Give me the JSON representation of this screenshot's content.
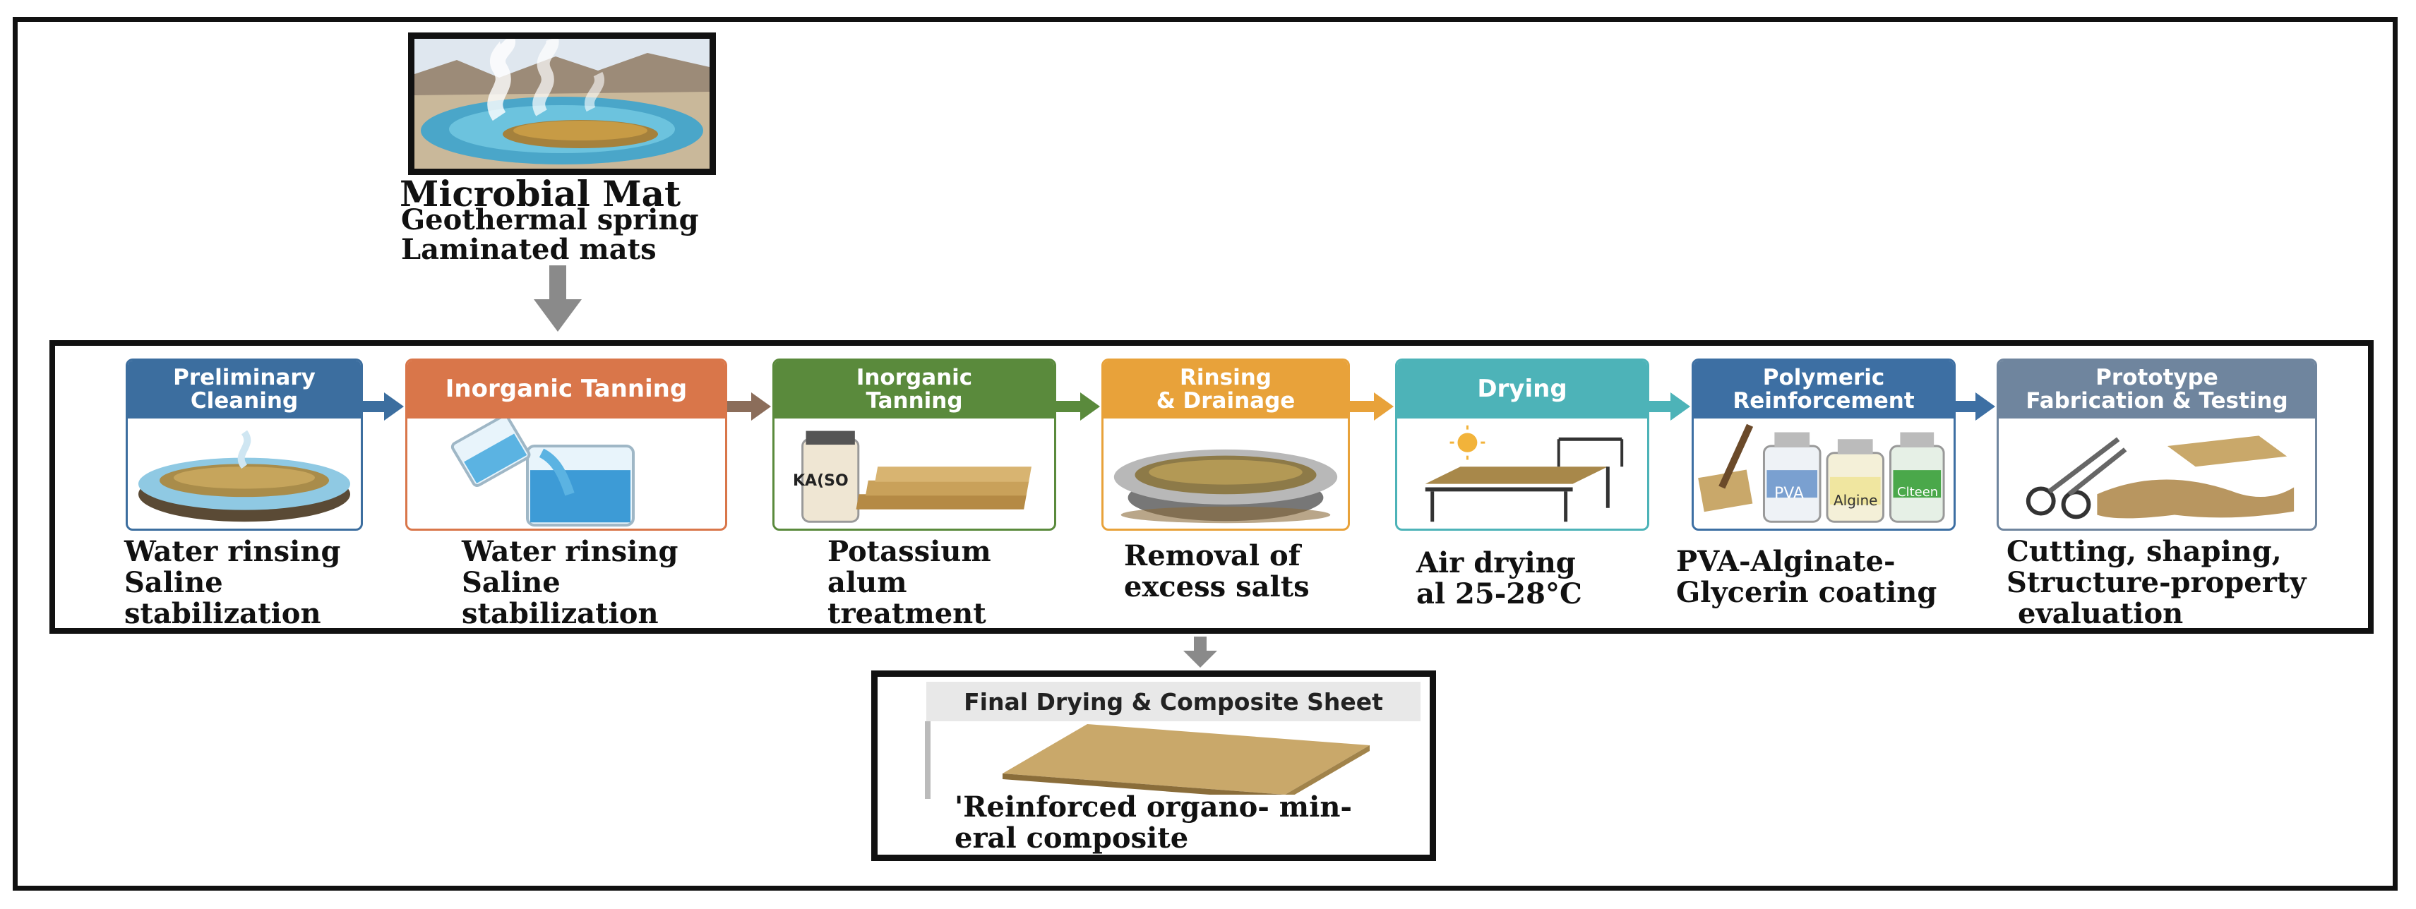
{
  "source": {
    "title": "Microbial Mat",
    "lines": [
      "Geothermal spring",
      "Laminated mats"
    ]
  },
  "steps": [
    {
      "title": [
        "Preliminary",
        "Cleaning"
      ],
      "color": "#3c6e9f",
      "desc": [
        "Water rinsing",
        "Saline",
        "stabilization"
      ]
    },
    {
      "title": [
        "Inorganic Tanning"
      ],
      "color": "#d9764a",
      "desc": [
        "Water rinsing",
        "Saline",
        "stabilization"
      ]
    },
    {
      "title": [
        "Inorganic",
        "Tanning"
      ],
      "color": "#5a8a3c",
      "desc": [
        "Potassium",
        "alum",
        "treatment"
      ],
      "jar_label": "KA(SO"
    },
    {
      "title": [
        "Rinsing",
        "& Drainage"
      ],
      "color": "#e8a23a",
      "desc": [
        "Removal of",
        "excess salts"
      ]
    },
    {
      "title": [
        "Drying"
      ],
      "color": "#4db3b8",
      "desc": [
        "Air drying",
        "al 25-28°C"
      ]
    },
    {
      "title": [
        "Polymeric",
        "Reinforcement"
      ],
      "color": "#3d6fa3",
      "desc": [
        "PVA-Alginate-",
        "Glycerin coating"
      ],
      "bottle_labels": [
        "PVA",
        "Algine",
        "Clteen"
      ]
    },
    {
      "title": [
        "Prototype",
        "Fabrication & Testing"
      ],
      "color": "#6f859e",
      "desc": [
        "Cutting, shaping,",
        "Structure-property",
        "evaluation"
      ]
    }
  ],
  "final": {
    "header": "Final Drying & Composite Sheet",
    "desc": [
      "'Reinforced organo- min-",
      "eral composite"
    ]
  },
  "colors": {
    "arrow_gray": "#8a8a8a",
    "frame": "#111111",
    "mat_tan": "#c9a86a"
  }
}
